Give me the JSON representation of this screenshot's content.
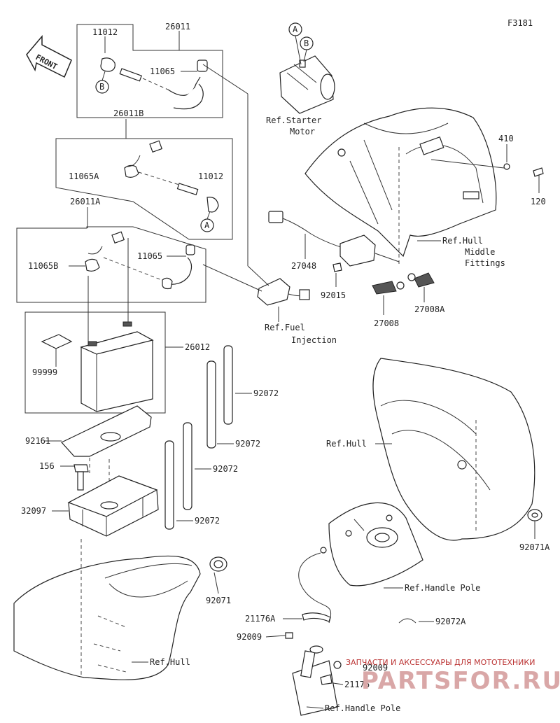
{
  "figure_id": "F3181",
  "front_label": "FRONT",
  "callouts": {
    "a": "A",
    "b": "B"
  },
  "parts": {
    "p26011": "26011",
    "p11012_top": "11012",
    "p11065_top": "11065",
    "p26011B": "26011B",
    "p11065A": "11065A",
    "p11012_mid": "11012",
    "p26011A": "26011A",
    "p11065B": "11065B",
    "p11065_mid": "11065",
    "p26012": "26012",
    "p99999": "99999",
    "p92161": "92161",
    "p156": "156",
    "p32097": "32097",
    "p92072_a": "92072",
    "p92072_b": "92072",
    "p92072_c": "92072",
    "p92072_d": "92072",
    "p92071": "92071",
    "p410": "410",
    "p120": "120",
    "p27048": "27048",
    "p92015": "92015",
    "p27008": "27008",
    "p27008A": "27008A",
    "p92071A": "92071A",
    "p21176A": "21176A",
    "p92009_a": "92009",
    "p92009_b": "92009",
    "p21176": "21176",
    "p92072A": "92072A"
  },
  "refs": {
    "starter_1": "Ref.Starter",
    "starter_2": "Motor",
    "hull_mid_1": "Ref.Hull",
    "hull_mid_2": "Middle",
    "hull_mid_3": "Fittings",
    "fuel_1": "Ref.Fuel",
    "fuel_2": "Injection",
    "hull_right": "Ref.Hull",
    "handle_pole_1": "Ref.Handle Pole",
    "hull_bottom": "Ref.Hull",
    "handle_pole_2": "Ref.Handle Pole"
  },
  "watermark": {
    "line1": "ЗАПЧАСТИ И АКСЕССУАРЫ ДЛЯ МОТОТЕХНИКИ",
    "line2": "PARTSFOR.RU"
  }
}
